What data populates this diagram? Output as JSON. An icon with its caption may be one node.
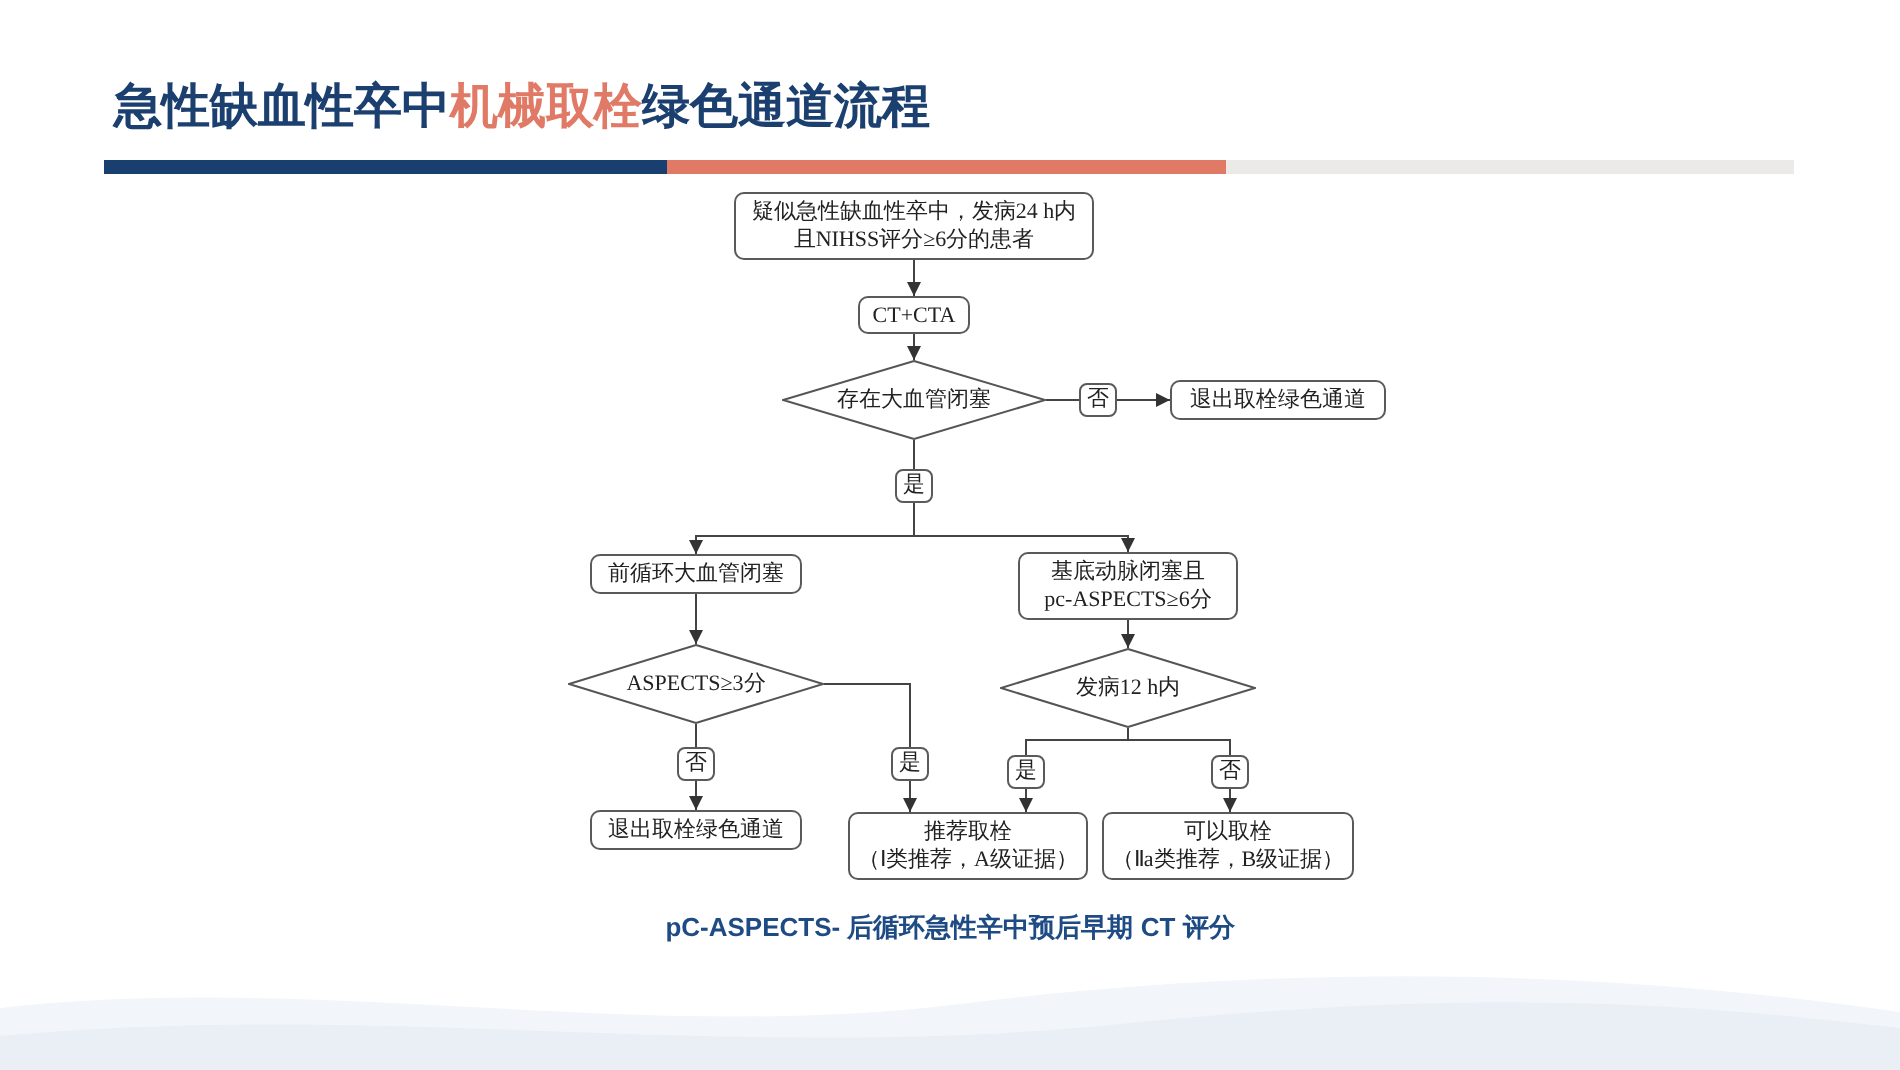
{
  "diagram": {
    "title": "急性缺血性卒中**机械取栓**绿色通道流程",
    "caption": "pC-ASPECTS- 后循环急性辛中预后早期 CT 评分",
    "nodes": [
      {
        "text": [
          "疑似急性缺血性卒中，发病24 h内且NIHSS评分≥6分的患者"
        ]
      },
      {
        "text": [
          "CT+CTA"
        ]
      },
      {
        "text": [
          "存在大血管闭塞"
        ]
      },
      {
        "text": [
          "退出取栓绿色通道"
        ]
      },
      {
        "text": [
          "前循环大血管闭塞"
        ]
      },
      {
        "text": [
          "基底动脉闭塞且pc-ASPECTS≥6分"
        ]
      },
      {
        "text": [
          "ASPECTS≥3分"
        ]
      },
      {
        "text": [
          "发病12 h内"
        ]
      },
      {
        "text": [
          "退出取栓绿色通道"
        ]
      },
      {
        "text": [
          "推荐取栓",
          "（Ⅰ类推荐，A级证据）"
        ]
      },
      {
        "text": [
          "可以取栓",
          "（Ⅱa类推荐，B级证据）"
        ]
      }
    ],
    "edges": [
      {
        "from": 0,
        "to": 1,
        "arrow": "to"
      },
      {
        "from": 1,
        "to": 2,
        "arrow": "to"
      },
      {
        "from": 2,
        "to": 3,
        "arrow": "to",
        "label": "否"
      },
      {
        "from": 2,
        "to": 4,
        "arrow": "to",
        "label": "是"
      },
      {
        "from": 2,
        "to": 5,
        "arrow": "to"
      },
      {
        "from": 4,
        "to": 6,
        "arrow": "to"
      },
      {
        "from": 6,
        "to": 8,
        "arrow": "to",
        "label": "否"
      },
      {
        "from": 6,
        "to": 9,
        "arrow": "to",
        "label": "是"
      },
      {
        "from": 5,
        "to": 7,
        "arrow": "to"
      },
      {
        "from": 7,
        "to": 9,
        "arrow": "to",
        "label": "是"
      },
      {
        "from": 7,
        "to": 10,
        "arrow": "to",
        "label": "否"
      }
    ]
  }
}
